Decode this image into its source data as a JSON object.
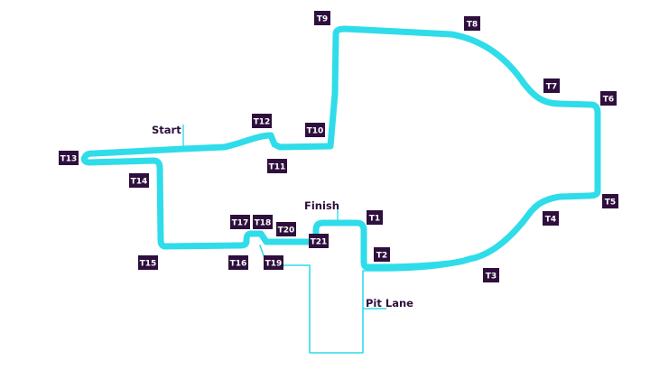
{
  "colors": {
    "track": "#2fdcea",
    "pit_lane": "#2fdcea",
    "marker_bg": "#2e0f3d",
    "marker_text": "#ffffff",
    "label_text": "#2e0f3d"
  },
  "labels": {
    "start": "Start",
    "finish": "Finish",
    "pit_lane": "Pit Lane"
  },
  "turns": [
    "T1",
    "T2",
    "T3",
    "T4",
    "T5",
    "T6",
    "T7",
    "T8",
    "T9",
    "T10",
    "T11",
    "T12",
    "T13",
    "T14",
    "T15",
    "T16",
    "T17",
    "T18",
    "T19",
    "T20",
    "T21"
  ]
}
